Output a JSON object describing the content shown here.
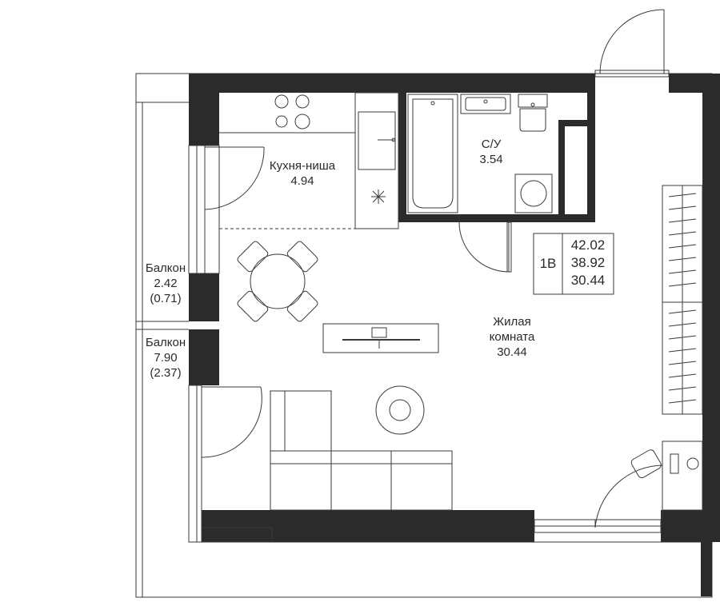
{
  "plan": {
    "apartment": {
      "type": "1B",
      "areas": [
        "42.02",
        "38.92",
        "30.44"
      ]
    },
    "rooms": {
      "kitchen": {
        "name": "Кухня-ниша",
        "area": "4.94"
      },
      "bathroom": {
        "name": "С/У",
        "area": "3.54"
      },
      "living": {
        "name_line1": "Жилая",
        "name_line2": "комната",
        "area": "30.44"
      },
      "balcony_small": {
        "name": "Балкон",
        "area": "2.42",
        "reduced": "(0.71)"
      },
      "balcony_large": {
        "name": "Балкон",
        "area": "7.90",
        "reduced": "(2.37)"
      }
    },
    "colors": {
      "wall": "#2b2b2b",
      "line": "#3a3a3a",
      "background": "#ffffff"
    }
  }
}
